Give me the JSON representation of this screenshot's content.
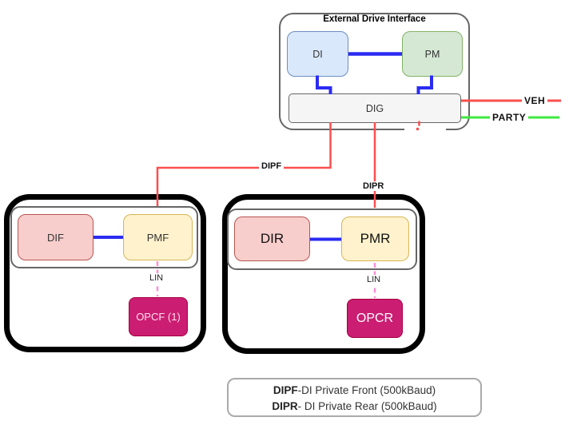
{
  "edi": {
    "title": "External Drive Interface",
    "di_label": "DI",
    "pm_label": "PM",
    "dig_label": "DIG"
  },
  "buses": {
    "veh": "VEH",
    "party": "PARTY",
    "dipf": "DIPF",
    "dipr": "DIPR"
  },
  "front_module": {
    "dif_label": "DIF",
    "pmf_label": "PMF",
    "lin_label": "LIN",
    "opcf_label": "OPCF (1)"
  },
  "rear_module": {
    "dir_label": "DIR",
    "pmr_label": "PMR",
    "lin_label": "LIN",
    "opcr_label": "OPCR"
  },
  "legend": {
    "entries": [
      {
        "term": "DIPF",
        "desc": "-DI Private Front (500kBaud)"
      },
      {
        "term": "DIPR",
        "desc": "- DI Private Rear (500kBaud)"
      }
    ]
  },
  "colors": {
    "di_fill": "#dae8fc",
    "di_stroke": "#6c8ebf",
    "pm_fill": "#d5e8d4",
    "pm_stroke": "#82b366",
    "dig_fill": "#f5f5f5",
    "gray_stroke": "#666666",
    "dif_fill": "#f8cecc",
    "dif_stroke": "#b85450",
    "pmf_fill": "#fff2cc",
    "pmf_stroke": "#d6b656",
    "opc_fill": "#cb1d72",
    "opc_stroke": "#a50040",
    "bus_red": "#fa4f4f",
    "bus_green": "#3fe93f",
    "link_blue": "#2b2bf2",
    "lin_pink": "#fb8fd7",
    "module_border": "#000000"
  }
}
